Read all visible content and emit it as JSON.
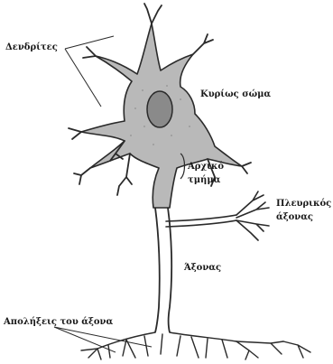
{
  "labels": {
    "dendrites": "Δενδρίτες",
    "cell_body": "Κυρίως σώμα",
    "initial_segment_line1": "Αρχικό",
    "initial_segment_line2": "τμήμα",
    "collateral_line1": "Πλευρικός",
    "collateral_line2": "άξονας",
    "axon": "Άξονας",
    "terminals": "Απολήξεις του άξονα"
  },
  "colors": {
    "soma_fill": "#b9b9b9",
    "outline": "#2a2a2a",
    "nucleus_fill": "#8a8a8a",
    "text": "#1a1a1a"
  }
}
